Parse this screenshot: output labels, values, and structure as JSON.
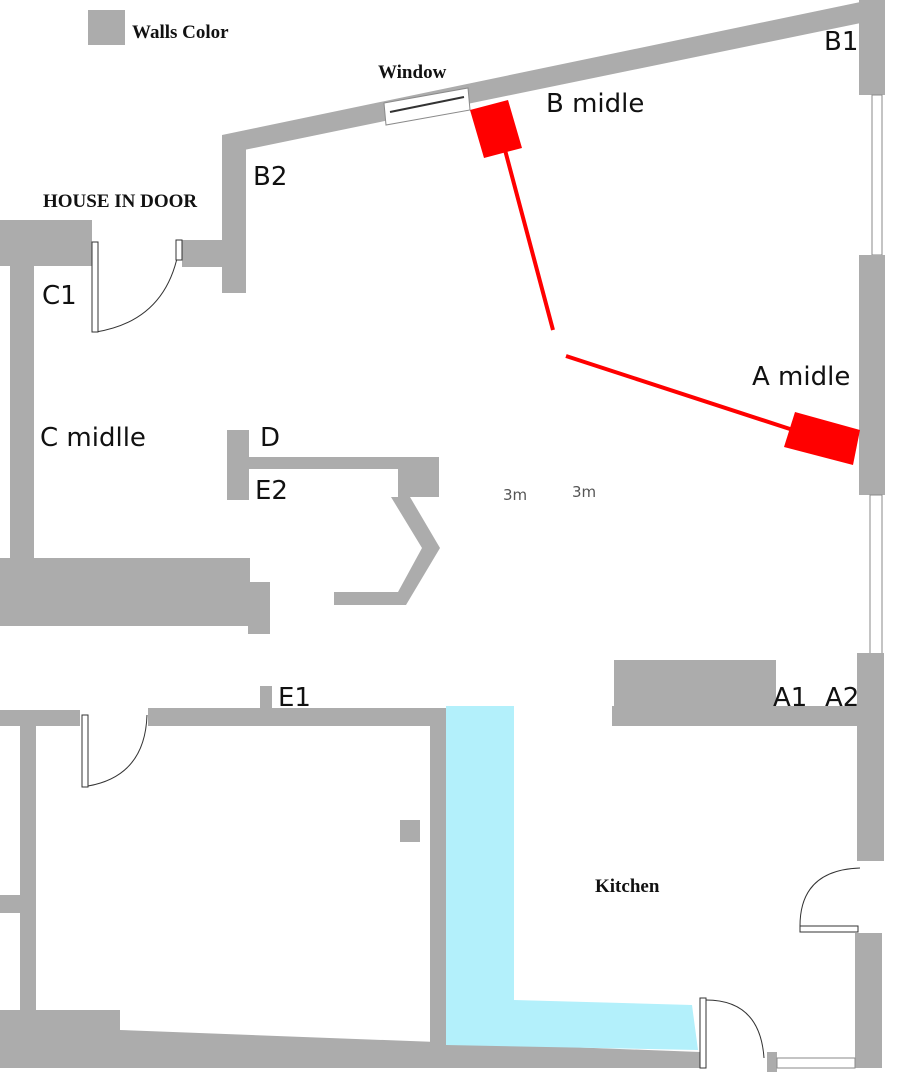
{
  "legend": {
    "label": "Walls Color",
    "wall_color": "#acacac"
  },
  "labels": {
    "window": "Window",
    "house_in_door": "HOUSE IN DOOR",
    "kitchen": "Kitchen",
    "b1": "B1",
    "b2": "B2",
    "b_middle": "B midle",
    "a_middle": "A midle",
    "c1": "C1",
    "c_middle": "C midlle",
    "d": "D",
    "e2": "E2",
    "e1": "E1",
    "a1": "A1",
    "a2": "A2",
    "dist_1": "3m",
    "dist_2": "3m"
  },
  "colors": {
    "sensor": "#ff0000",
    "counter": "#b3f0fb",
    "background": "#ffffff"
  }
}
